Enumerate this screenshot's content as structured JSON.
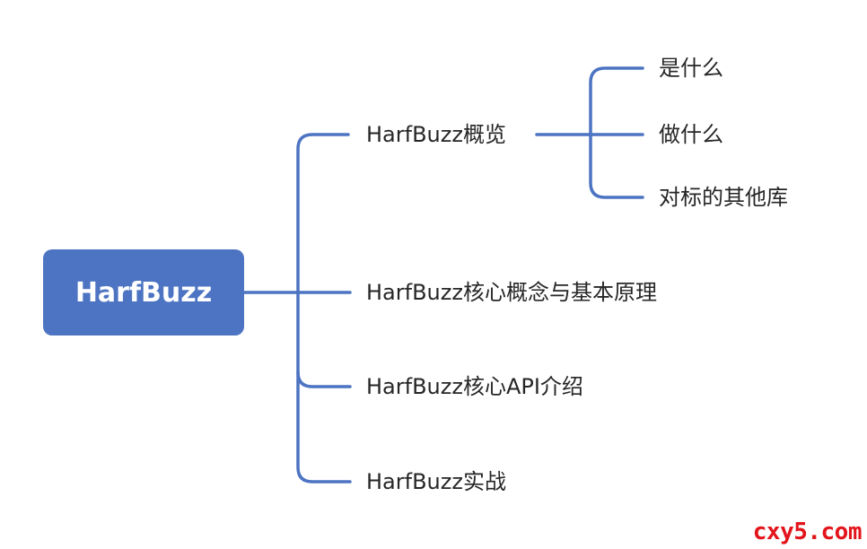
{
  "root": {
    "label": "HarfBuzz"
  },
  "branches": [
    {
      "label": "HarfBuzz概览",
      "children": [
        {
          "label": "是什么"
        },
        {
          "label": "做什么"
        },
        {
          "label": "对标的其他库"
        }
      ]
    },
    {
      "label": "HarfBuzz核心概念与基本原理"
    },
    {
      "label": "HarfBuzz核心API介绍"
    },
    {
      "label": "HarfBuzz实战"
    }
  ],
  "watermark": "cxy5.com",
  "colors": {
    "root_fill": "#4d74c2",
    "link": "#4d74c2",
    "text": "#262626",
    "watermark": "#e3141b"
  }
}
